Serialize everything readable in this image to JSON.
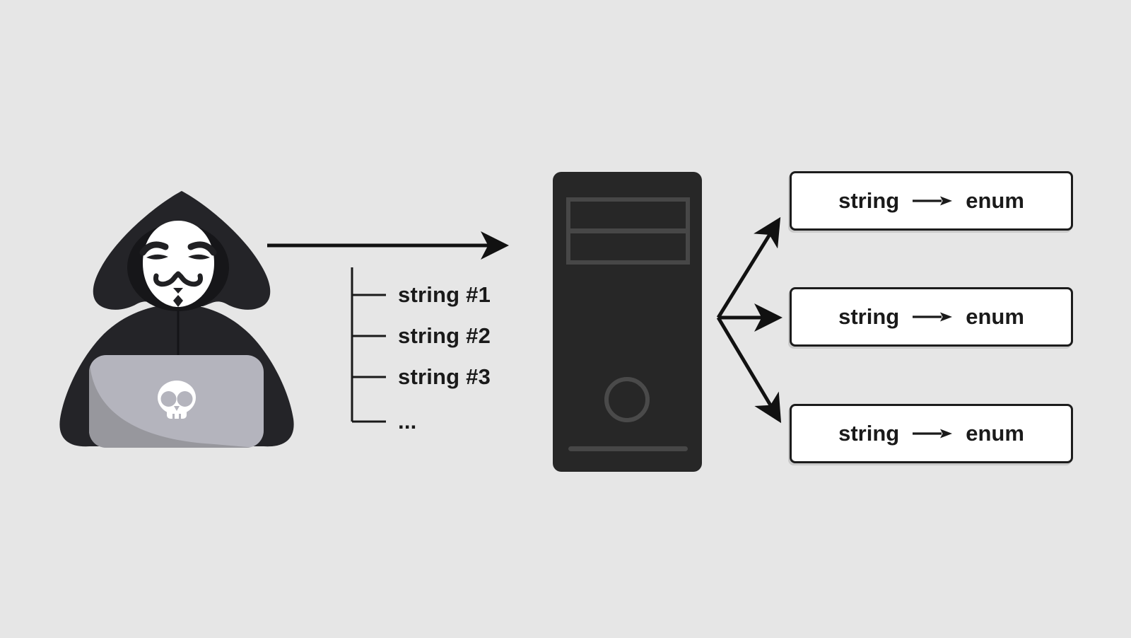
{
  "diagram": {
    "description": "hacker sends many strings to a server which maps each string to an enum",
    "background_color": "#e6e6e6"
  },
  "input_list": {
    "items": [
      {
        "label": "string #1"
      },
      {
        "label": "string #2"
      },
      {
        "label": "string #3"
      },
      {
        "label": "..."
      }
    ]
  },
  "mappings": [
    {
      "from": "string",
      "to": "enum"
    },
    {
      "from": "string",
      "to": "enum"
    },
    {
      "from": "string",
      "to": "enum"
    }
  ],
  "icons": {
    "hacker": "anonymous-hacker-with-laptop",
    "skull": "skull",
    "server": "server-tower",
    "arrow": "right-arrow"
  },
  "colors": {
    "background": "#e6e6e6",
    "ink": "#1a1a1a",
    "server_body": "#272727",
    "server_accent": "#474747",
    "box_fill": "#ffffff",
    "box_border": "#1c1c1c",
    "hood": "#242428",
    "hood_inner": "#161619",
    "mask": "#ffffff",
    "laptop": "#b4b4bd",
    "laptop_shade": "#97979d"
  }
}
